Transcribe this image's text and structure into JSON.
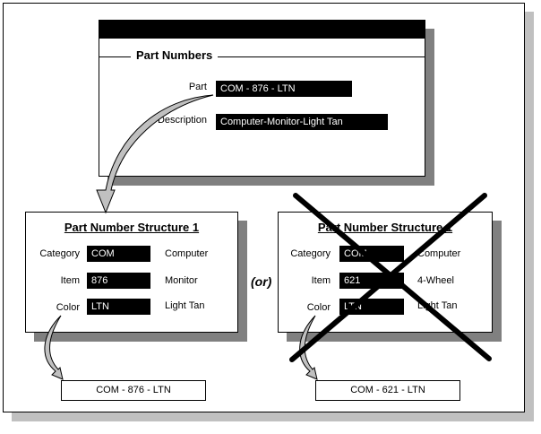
{
  "window": {
    "group_title": "Part Numbers",
    "part_label": "Part",
    "part_value": "COM - 876 - LTN",
    "description_label": "Description",
    "description_value": "Computer-Monitor-Light Tan"
  },
  "structures": [
    {
      "title": "Part Number Structure 1",
      "rows": [
        {
          "label": "Category",
          "code": "COM",
          "meaning": "Computer"
        },
        {
          "label": "Item",
          "code": "876",
          "meaning": "Monitor"
        },
        {
          "label": "Color",
          "code": "LTN",
          "meaning": "Light Tan"
        }
      ],
      "result": "COM - 876 - LTN",
      "crossed_out": false
    },
    {
      "title": "Part Number Structure 1",
      "rows": [
        {
          "label": "Category",
          "code": "COM",
          "meaning": "Computer"
        },
        {
          "label": "Item",
          "code": "621",
          "meaning": "4-Wheel"
        },
        {
          "label": "Color",
          "code": "LTN",
          "meaning": "Light Tan"
        }
      ],
      "result": "COM - 621 - LTN",
      "crossed_out": true
    }
  ],
  "or_label": "(or)"
}
